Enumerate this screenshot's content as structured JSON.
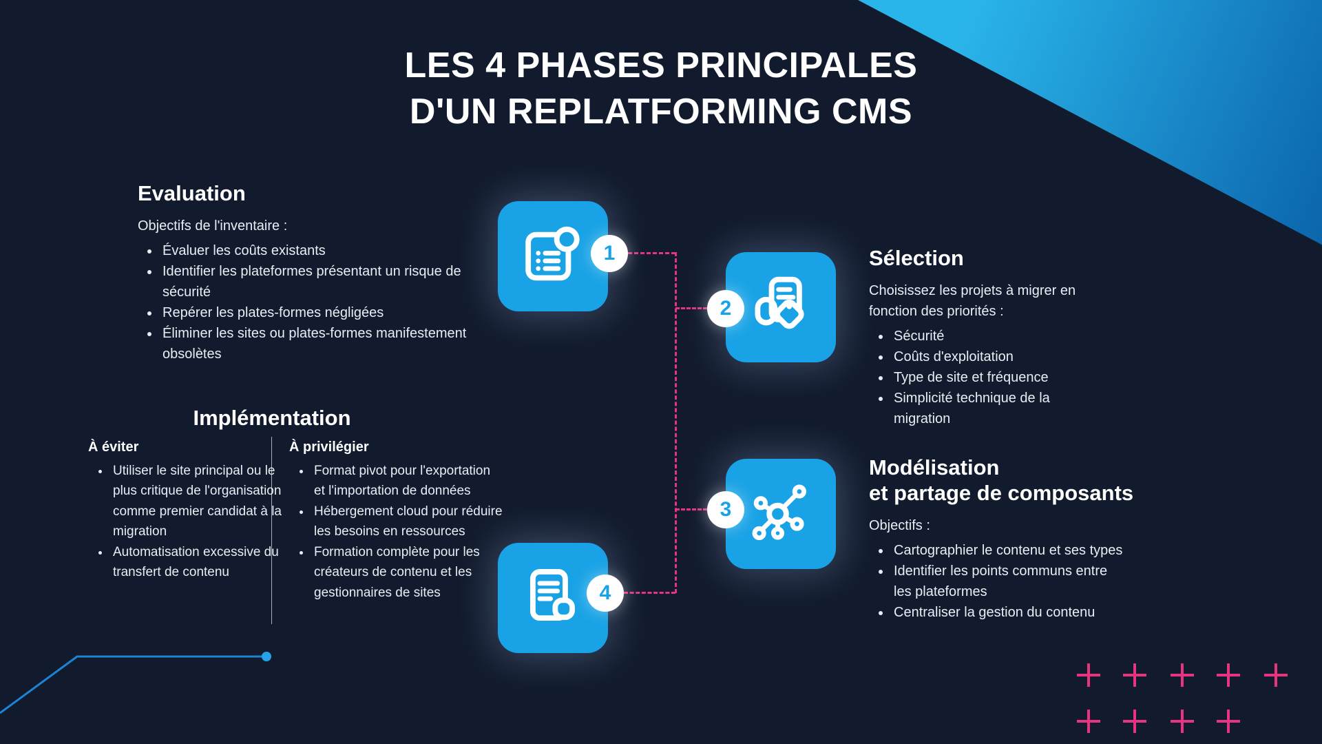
{
  "page": {
    "title_line1": "LES 4 PHASES PRINCIPALES",
    "title_line2": "D'UN REPLATFORMING CMS"
  },
  "colors": {
    "background": "#121b2d",
    "accent_blue": "#19a3e6",
    "accent_pink": "#e8337f",
    "text": "#e9edf4"
  },
  "badges": {
    "phase1": "1",
    "phase2": "2",
    "phase3": "3",
    "phase4": "4"
  },
  "evaluation": {
    "title": "Evaluation",
    "intro": "Objectifs de l'inventaire :",
    "bullets": [
      "Évaluer les coûts existants",
      "Identifier les plateformes présentant un risque de sécurité",
      "Repérer les plates-formes négligées",
      "Éliminer les sites ou plates-formes manifestement obsolètes"
    ]
  },
  "selection": {
    "title": "Sélection",
    "intro": "Choisissez les projets à migrer en fonction des priorités :",
    "bullets": [
      "Sécurité",
      "Coûts d'exploitation",
      "Type de site et fréquence",
      "Simplicité technique de la migration"
    ]
  },
  "implementation": {
    "title": "Implémentation",
    "avoid": {
      "heading": "À éviter",
      "bullets": [
        "Utiliser le site principal ou le plus critique de l'organisation comme premier candidat à la migration",
        "Automatisation excessive du transfert de contenu"
      ]
    },
    "prefer": {
      "heading": "À privilégier",
      "bullets": [
        "Format pivot pour l'exportation et l'importation de données",
        "Hébergement cloud pour réduire les besoins en ressources",
        "Formation complète pour les créateurs de contenu et les gestionnaires de sites"
      ]
    }
  },
  "modelisation": {
    "title_line1": "Modélisation",
    "title_line2": "et partage de composants",
    "intro": "Objectifs :",
    "bullets": [
      "Cartographier le contenu et ses types",
      "Identifier les points communs entre les plateformes",
      "Centraliser la gestion du contenu"
    ]
  }
}
